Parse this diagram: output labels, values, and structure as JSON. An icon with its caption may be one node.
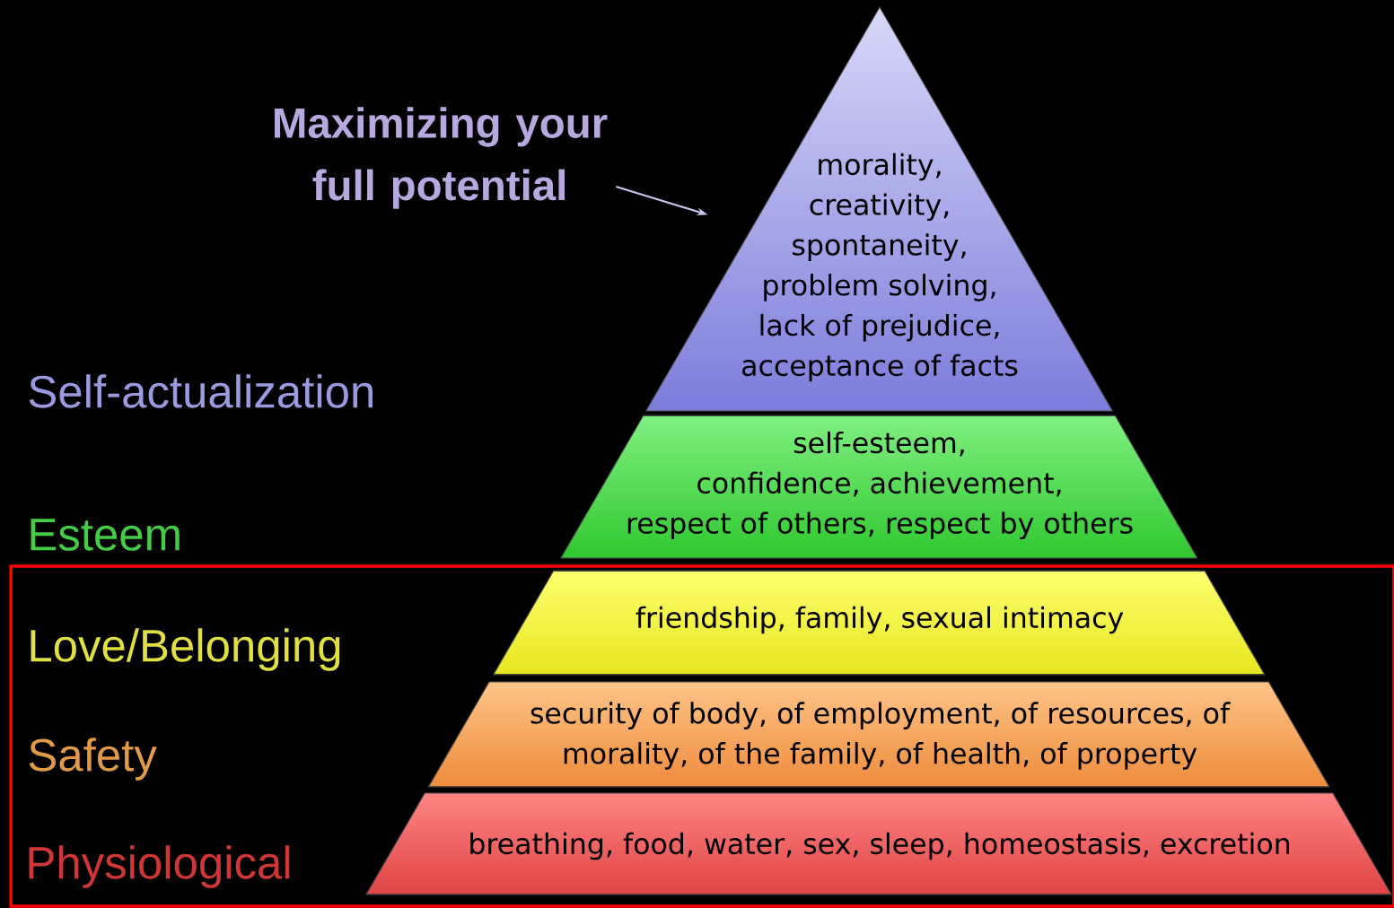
{
  "diagram": {
    "nodes": [
      {
        "text": [
          "Maximizing your full potential"
        ]
      },
      {
        "text": [
          "morality, creativity, spontaneity, problem solving, lack of prejudice, acceptance of facts"
        ]
      },
      {
        "text": [
          "self-esteem, confidence, achievement, respect of others, respect by others"
        ]
      },
      {
        "text": [],
        "shape": "box"
      },
      {
        "text": [
          "friendship, family, sexual intimacy"
        ],
        "in": 3
      },
      {
        "text": [
          "security of body, of employment, of resources, of morality, of the family, of health, of property"
        ],
        "in": 3
      },
      {
        "text": [
          "breathing, food, water, sex, sleep, homeostasis, excretion"
        ],
        "in": 3
      }
    ],
    "labels": [
      "Self-actualization",
      "Esteem",
      "Love/Belonging",
      "Safety",
      "Physiological"
    ],
    "edges": [
      {
        "from": 0,
        "to": 1,
        "arrow": "to"
      }
    ]
  }
}
